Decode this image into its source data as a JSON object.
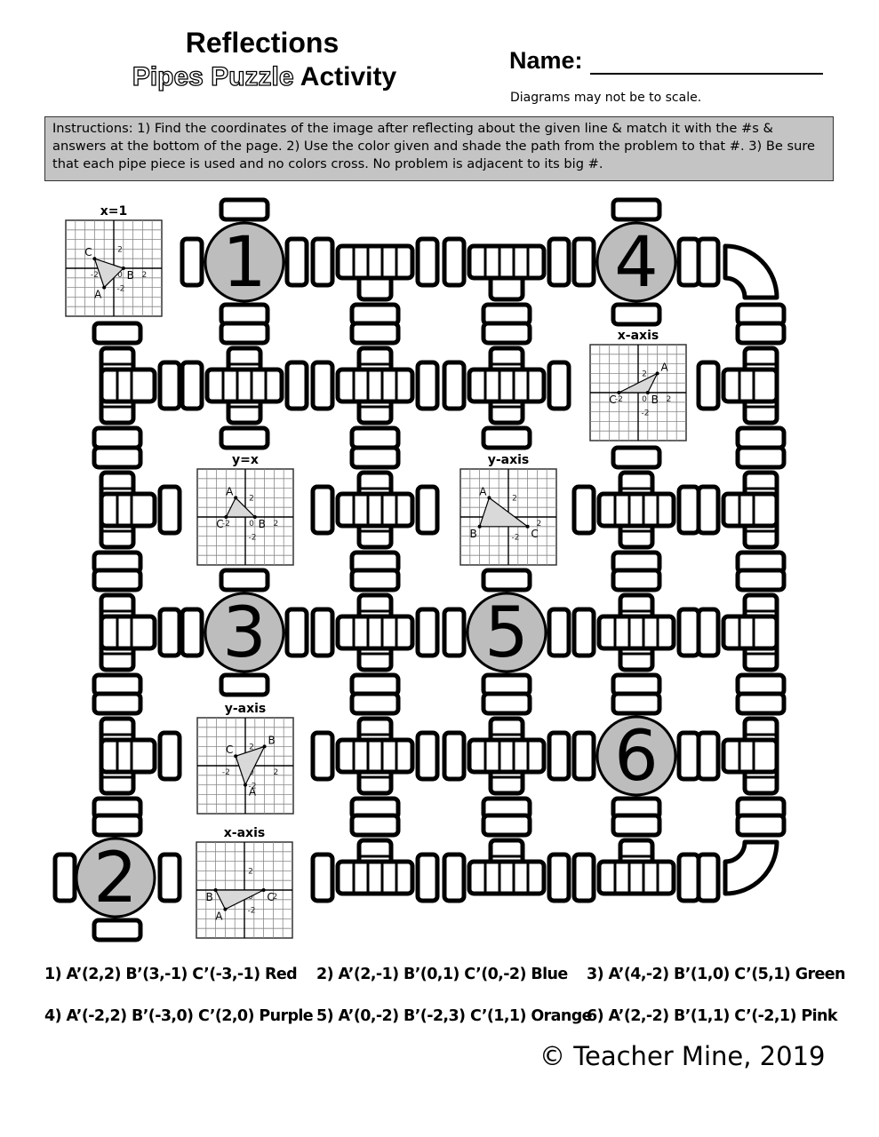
{
  "header": {
    "title_line1": "Reflections",
    "title_pipes_puzzle": "Pipes Puzzle",
    "title_activity": "Activity",
    "name_label": "Name:",
    "scale_note": "Diagrams may not be to scale."
  },
  "instructions": "Instructions: 1) Find the coordinates of the image after reflecting about the given line & match it with the #s & answers at the bottom of the page. 2) Use the color given and shade the path from the problem to that #. 3) Be sure that each pipe piece is used and no colors cross. No problem is adjacent to its big #.",
  "numbers": [
    "1",
    "2",
    "3",
    "4",
    "5",
    "6"
  ],
  "problems": [
    {
      "label": "x=1",
      "tick_top": "2",
      "tick_left": "-2",
      "tick_zero": "0",
      "tick_right": "2",
      "tick_bottom": "-2",
      "vertices": [
        {
          "name": "C",
          "x": -2,
          "y": 1
        },
        {
          "name": "B",
          "x": 1,
          "y": 0
        },
        {
          "name": "A",
          "x": -1,
          "y": -2
        }
      ]
    },
    {
      "label": "x-axis",
      "tick_top": "2",
      "tick_left": "-2",
      "tick_zero": "0",
      "tick_right": "2",
      "tick_bottom": "-2",
      "vertices": [
        {
          "name": "A",
          "x": 2,
          "y": 2
        },
        {
          "name": "B",
          "x": 1,
          "y": 0
        },
        {
          "name": "C",
          "x": -2,
          "y": 0
        }
      ]
    },
    {
      "label": "y=x",
      "tick_top": "2",
      "tick_left": "-2",
      "tick_zero": "0",
      "tick_right": "2",
      "tick_bottom": "-2",
      "vertices": [
        {
          "name": "A",
          "x": -1,
          "y": 2
        },
        {
          "name": "C",
          "x": -2,
          "y": 0
        },
        {
          "name": "B",
          "x": 1,
          "y": 0
        }
      ]
    },
    {
      "label": "y-axis",
      "tick_top": "2",
      "tick_left": "-2",
      "tick_zero": "0",
      "tick_right": "2",
      "tick_bottom": "-2",
      "vertices": [
        {
          "name": "A",
          "x": -2,
          "y": 2
        },
        {
          "name": "B",
          "x": -3,
          "y": -1
        },
        {
          "name": "C",
          "x": 2,
          "y": -1
        }
      ]
    },
    {
      "label": "y-axis",
      "tick_top": "2",
      "tick_left": "-2",
      "tick_zero": "0",
      "tick_right": "2",
      "tick_bottom": "-2",
      "vertices": [
        {
          "name": "C",
          "x": -1,
          "y": 1
        },
        {
          "name": "B",
          "x": 2,
          "y": 2
        },
        {
          "name": "A",
          "x": 0,
          "y": -2
        }
      ]
    },
    {
      "label": "x-axis",
      "tick_top": "2",
      "tick_left": "-2",
      "tick_zero": "0",
      "tick_right": "2",
      "tick_bottom": "-2",
      "vertices": [
        {
          "name": "B",
          "x": -3,
          "y": 0
        },
        {
          "name": "C",
          "x": 2,
          "y": 0
        },
        {
          "name": "A",
          "x": -2,
          "y": -2
        }
      ]
    }
  ],
  "answers": [
    "1) A’(2,2) B’(3,-1) C’(-3,-1) Red",
    "2) A’(2,-1) B’(0,1) C’(0,-2) Blue",
    "3) A’(4,-2) B’(1,0) C’(5,1) Green",
    "4) A’(-2,2) B’(-3,0) C’(2,0) Purple",
    "5) A’(0,-2) B’(-2,3) C’(1,1) Orange",
    "6) A’(2,-2) B’(1,1) C’(-2,1) Pink"
  ],
  "copyright": "© Teacher Mine, 2019",
  "colors": {
    "circle_fill": "#bdbdbd",
    "triangle_fill": "#d9d9d9",
    "instructions_bg": "#c4c4c4",
    "grid_line": "#888888"
  }
}
